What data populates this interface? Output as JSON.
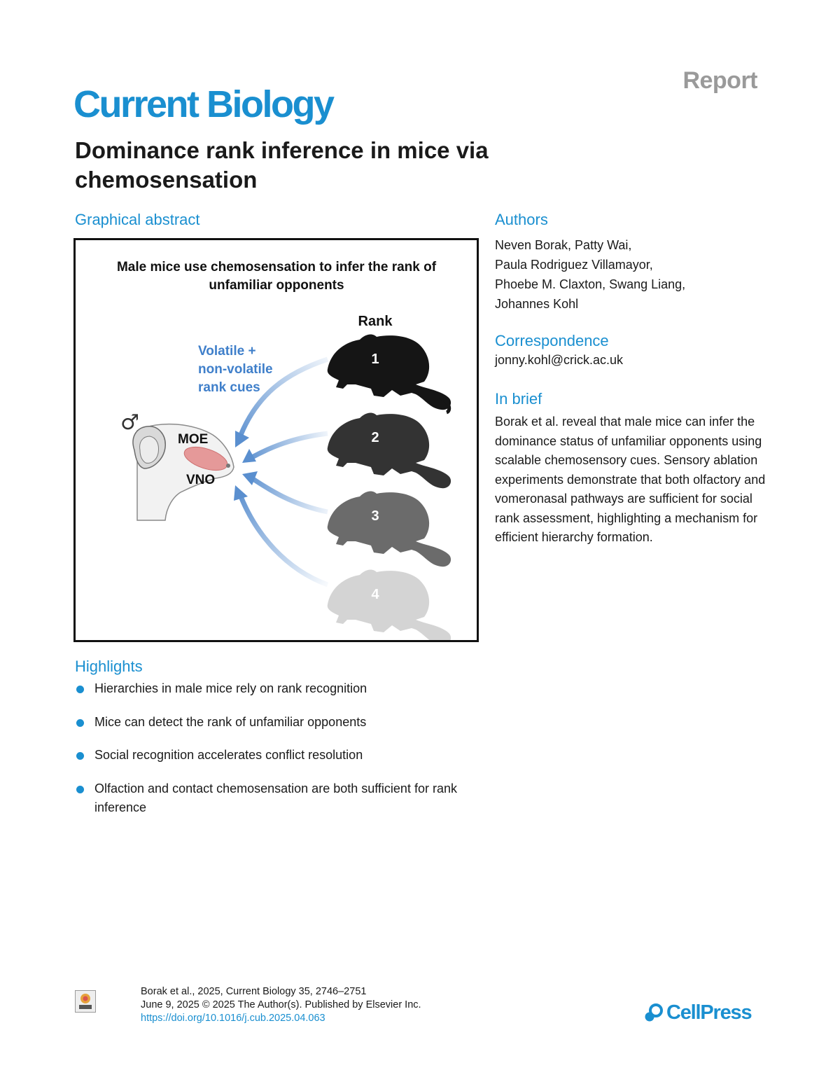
{
  "header": {
    "article_type": "Report",
    "journal": "Current Biology",
    "title": "Dominance rank inference in mice via chemosensation"
  },
  "graphical_abstract": {
    "heading": "Graphical abstract",
    "figure_title_line1": "Male mice use chemosensation to infer the rank of",
    "figure_title_line2": "unfamiliar opponents",
    "rank_label": "Rank",
    "cue_label_line1": "Volatile +",
    "cue_label_line2": "non-volatile",
    "cue_label_line3": "rank cues",
    "male_symbol": "♂",
    "moe_label": "MOE",
    "vno_label": "VNO",
    "ranks": [
      "1",
      "2",
      "3",
      "4"
    ],
    "colors": {
      "arrow": "#5a8fcf",
      "cue_text": "#3f7fca",
      "mouse_rank1": "#151515",
      "mouse_rank2": "#333333",
      "mouse_rank3": "#6b6b6b",
      "mouse_rank4": "#d4d4d4",
      "organ": "#e59999"
    }
  },
  "authors": {
    "heading": "Authors",
    "lines": [
      "Neven Borak, Patty Wai,",
      "Paula Rodriguez Villamayor,",
      "Phoebe M. Claxton, Swang Liang,",
      "Johannes Kohl"
    ]
  },
  "correspondence": {
    "heading": "Correspondence",
    "email": "jonny.kohl@crick.ac.uk"
  },
  "in_brief": {
    "heading": "In brief",
    "text": "Borak et al. reveal that male mice can infer the dominance status of unfamiliar opponents using scalable chemosensory cues. Sensory ablation experiments demonstrate that both olfactory and vomeronasal pathways are sufficient for social rank assessment, highlighting a mechanism for efficient hierarchy formation."
  },
  "highlights": {
    "heading": "Highlights",
    "items": [
      "Hierarchies in male mice rely on rank recognition",
      "Mice can detect the rank of unfamiliar opponents",
      "Social recognition accelerates conflict resolution",
      "Olfaction and contact chemosensation are both sufficient for rank inference"
    ]
  },
  "footer": {
    "citation_line1": "Borak et al., 2025, Current Biology 35, 2746–2751",
    "citation_line2": "June 9, 2025 © 2025 The Author(s). Published by Elsevier Inc.",
    "doi": "https://doi.org/10.1016/j.cub.2025.04.063",
    "publisher": "CellPress",
    "brand_color": "#1a8fd0"
  }
}
